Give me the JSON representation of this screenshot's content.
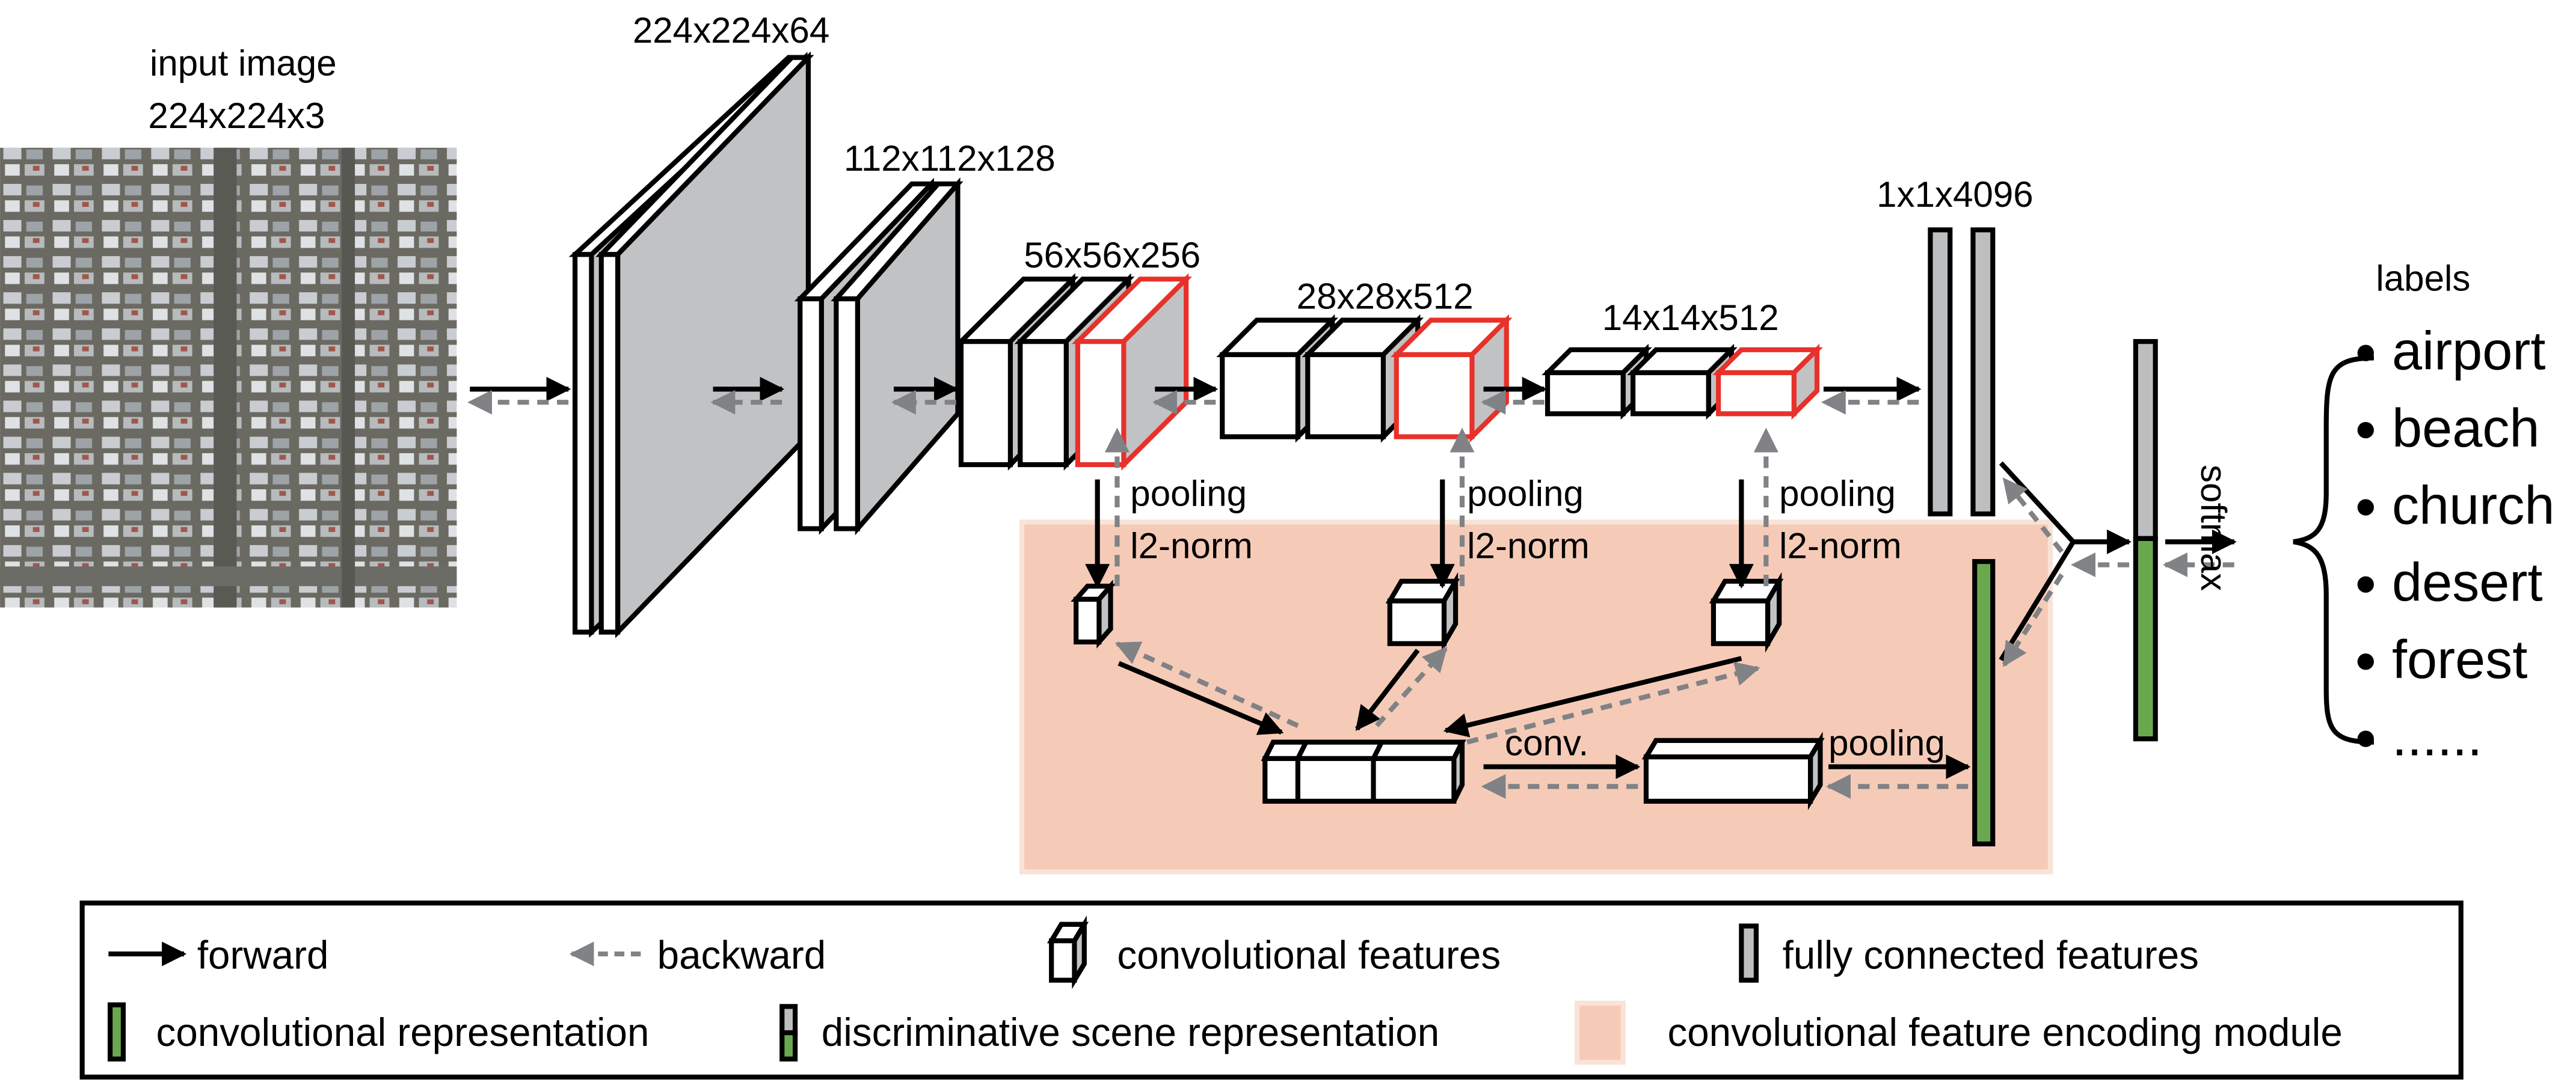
{
  "input": {
    "title": "input image",
    "size": "224x224x3",
    "description": "aerial image of residential area with rows of houses and streets"
  },
  "layers": [
    {
      "label": "224x224x64",
      "kind": "conv",
      "slabs": 2
    },
    {
      "label": "112x112x128",
      "kind": "conv",
      "slabs": 2
    },
    {
      "label": "56x56x256",
      "kind": "conv",
      "boxes": 3,
      "highlight_last": true
    },
    {
      "label": "28x28x512",
      "kind": "conv",
      "boxes": 3,
      "highlight_last": true
    },
    {
      "label": "14x14x512",
      "kind": "conv",
      "boxes": 3,
      "highlight_last": true
    },
    {
      "label": "1x1x4096",
      "kind": "fc",
      "bars": 2
    }
  ],
  "branch_labels": {
    "pooling": "pooling",
    "l2norm": "l2-norm",
    "conv": "conv.",
    "pooling_out": "pooling"
  },
  "softmax": "softmax",
  "labels": {
    "title": "labels",
    "items": [
      "airport",
      "beach",
      "church",
      "desert",
      "forest",
      "......"
    ]
  },
  "legend": {
    "forward": "forward",
    "backward": "backward",
    "conv_features": "convolutional features",
    "fc_features": "fully connected features",
    "conv_representation": "convolutional representation",
    "disc_representation": "discriminative scene representation",
    "encoding_module": "convolutional feature encoding module"
  },
  "colors": {
    "highlight": "#e8312a",
    "fc_gray": "#bdbec0",
    "green": "#6aa84f",
    "module_bg": "#f5cbb8",
    "backward": "#808285"
  }
}
